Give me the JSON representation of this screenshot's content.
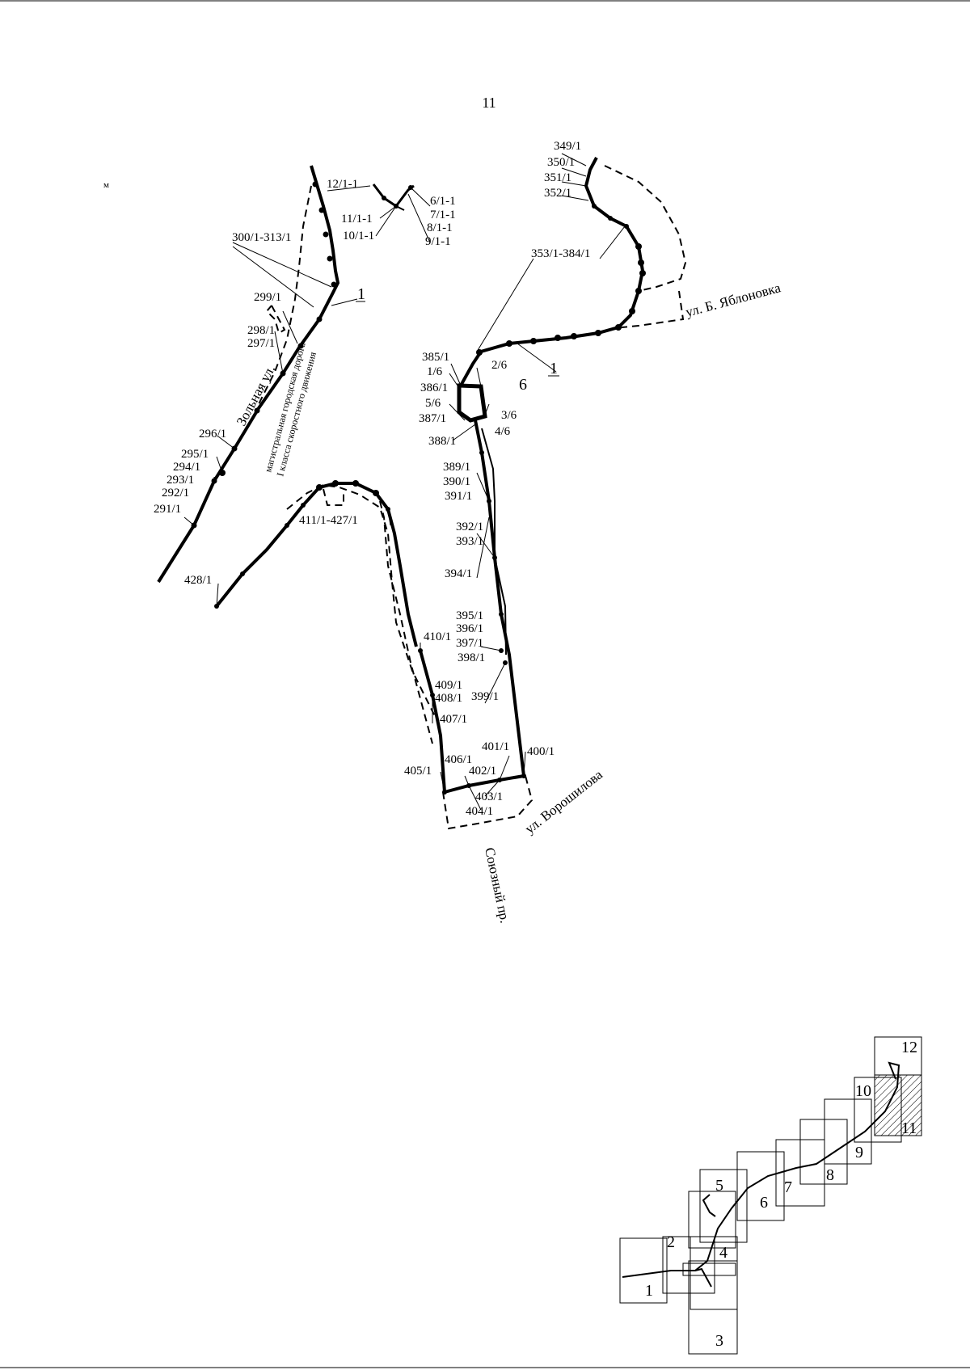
{
  "page_number": "11",
  "corner_mark": "м",
  "streets": {
    "zolnaya": "Зольная ул.",
    "yablonovka": "ул. Б. Яблоновка",
    "voroshilova": "ул. Ворошилова",
    "soyuzny": "Союзный пр.",
    "highway_1": "магистральная городская дорога",
    "highway_2": "I класса скоростного движения"
  },
  "route_labels": {
    "route_1a": "1",
    "route_1b": "1",
    "route_6": "6"
  },
  "points": {
    "p349": "349/1",
    "p350": "350/1",
    "p351": "351/1",
    "p352": "352/1",
    "p353": "353/1-384/1",
    "p12": "12/1-1",
    "p6": "6/1-1",
    "p7": "7/1-1",
    "p11": "11/1-1",
    "p8": "8/1-1",
    "p10": "10/1-1",
    "p9": "9/1-1",
    "p300": "300/1-313/1",
    "p299": "299/1",
    "p298": "298/1",
    "p297": "297/1",
    "p296": "296/1",
    "p295": "295/1",
    "p294": "294/1",
    "p293": "293/1",
    "p292": "292/1",
    "p291": "291/1",
    "p428": "428/1",
    "p411": "411/1-427/1",
    "p385": "385/1",
    "p1_6": "1/6",
    "p2_6": "2/6",
    "p386": "386/1",
    "p5_6": "5/6",
    "p3_6": "3/6",
    "p387": "387/1",
    "p4_6": "4/6",
    "p388": "388/1",
    "p389": "389/1",
    "p390": "390/1",
    "p391": "391/1",
    "p392": "392/1",
    "p393": "393/1",
    "p394": "394/1",
    "p395": "395/1",
    "p396": "396/1",
    "p397": "397/1",
    "p398": "398/1",
    "p410": "410/1",
    "p409": "409/1",
    "p408": "408/1",
    "p399": "399/1",
    "p407": "407/1",
    "p401": "401/1",
    "p400": "400/1",
    "p406": "406/1",
    "p405": "405/1",
    "p402": "402/1",
    "p403": "403/1",
    "p404": "404/1"
  },
  "index_map": {
    "sheets": [
      "1",
      "2",
      "3",
      "4",
      "5",
      "6",
      "7",
      "8",
      "9",
      "10",
      "11",
      "12"
    ]
  }
}
